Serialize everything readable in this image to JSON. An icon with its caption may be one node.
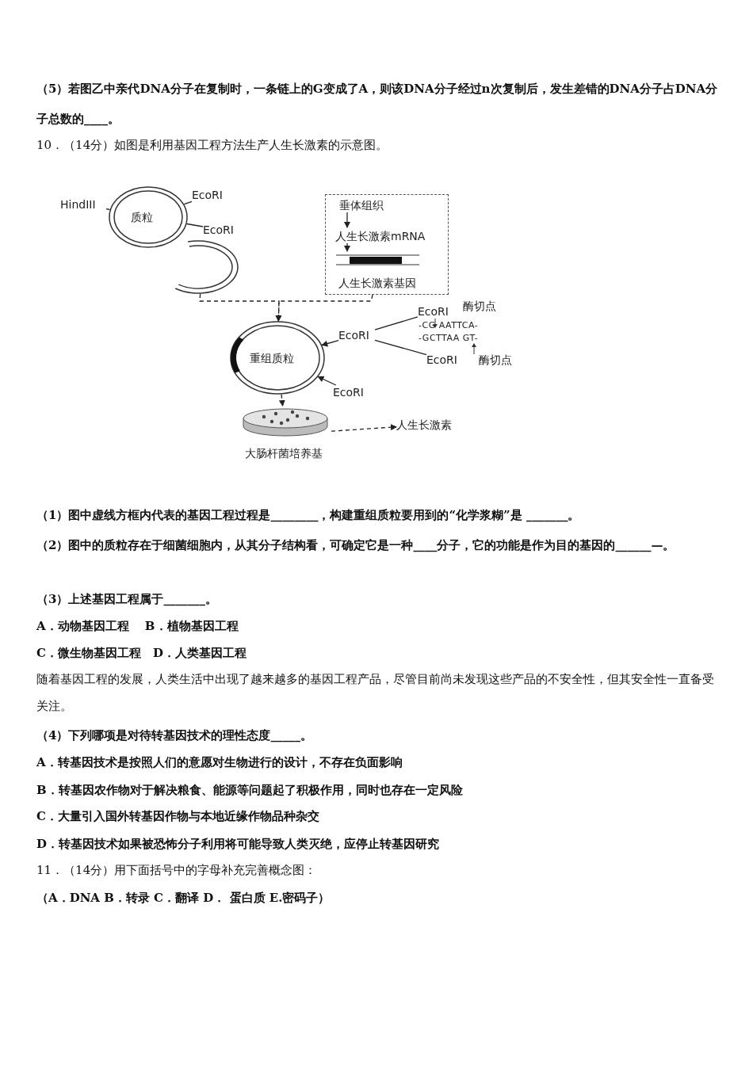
{
  "diagram": {
    "nodes": [
      {
        "text": [
          "HindIII"
        ]
      },
      {
        "text": [
          "EcoRI"
        ]
      },
      {
        "text": [
          "质粒"
        ]
      },
      {
        "text": [
          "EcoRI"
        ]
      },
      {
        "text": [],
        "shape": "picture"
      },
      {
        "text": [],
        "shape": "box"
      },
      {
        "text": [
          "垂体组织"
        ],
        "in": 5
      },
      {
        "text": [
          "人生长激素mRNA"
        ],
        "in": 5
      },
      {
        "text": [
          "人生长激素基因"
        ],
        "in": 5
      },
      {
        "text": [
          "重组质粒"
        ]
      },
      {
        "text": [
          "EcoRI"
        ]
      },
      {
        "text": [
          "EcoRI"
        ]
      },
      {
        "text": [
          "EcoRI"
        ]
      },
      {
        "text": [
          "EcoRI"
        ]
      },
      {
        "text": [
          "大肠杆菌培养基"
        ]
      },
      {
        "text": [
          "人生长激素"
        ]
      }
    ],
    "edges": [
      {
        "from": 0,
        "to": 2,
        "arrow": "none"
      },
      {
        "from": 1,
        "to": 2,
        "arrow": "none"
      },
      {
        "from": 3,
        "to": 2,
        "arrow": "none"
      },
      {
        "from": 6,
        "to": 7,
        "arrow": "to"
      },
      {
        "from": 7,
        "to": 8,
        "arrow": "to"
      },
      {
        "from": 4,
        "to": 9,
        "arrow": "to",
        "style": "dashed"
      },
      {
        "from": 5,
        "to": 9,
        "arrow": "to",
        "style": "dashed"
      },
      {
        "from": 10,
        "to": 9,
        "arrow": "to"
      },
      {
        "from": 10,
        "to": 11,
        "arrow": "none"
      },
      {
        "from": 10,
        "to": 12,
        "arrow": "none"
      },
      {
        "from": 13,
        "to": 9,
        "arrow": "to"
      },
      {
        "from": 9,
        "to": 14,
        "arrow": "to",
        "style": "dashed"
      },
      {
        "from": 14,
        "to": 15,
        "arrow": "to",
        "style": "dashed"
      }
    ],
    "labels": [
      "（5）若图乙中亲代DNA分子在复制时，一条链上的G变成了A，则该DNA分子经过n次复制后，发生差错的DNA分子占DNA分子总数的____。",
      "10．（14分）如图是利用基因工程方法生产人生长激素的示意图。",
      "酶切点",
      "-CG AATTCA-",
      "-GCTTAA GT-",
      "酶切点",
      "（1）图中虚线方框内代表的基因工程过程是________，构建重组质粒要用到的“化学浆糊”是 _______。",
      "（2）图中的质粒存在于细菌细胞内，从其分子结构看，可确定它是一种____分子，它的功能是作为目的基因的______—。",
      "（3）上述基因工程属于_______。",
      "A．动物基因工程　 B．植物基因工程",
      "C．微生物基因工程　D．人类基因工程",
      "随着基因工程的发展，人类生活中出现了越来越多的基因工程产品，尽管目前尚未发现这些产品的不安全性，但其安全性一直备受关注。",
      "（4）下列哪项是对待转基因技术的理性态度_____。",
      "A．转基因技术是按照人们的意愿对生物进行的设计，不存在负面影响",
      "B．转基因农作物对于解决粮食、能源等问题起了积极作用，同时也存在一定风险",
      "C．大量引入国外转基因作物与本地近缘作物品种杂交",
      "D．转基因技术如果被恐怖分子利用将可能导致人类灭绝，应停止转基因研究",
      "11．（14分）用下面括号中的字母补充完善概念图：",
      "（A．DNA  B．转录  C．翻译  D．  蛋白质  E.密码子）"
    ]
  }
}
